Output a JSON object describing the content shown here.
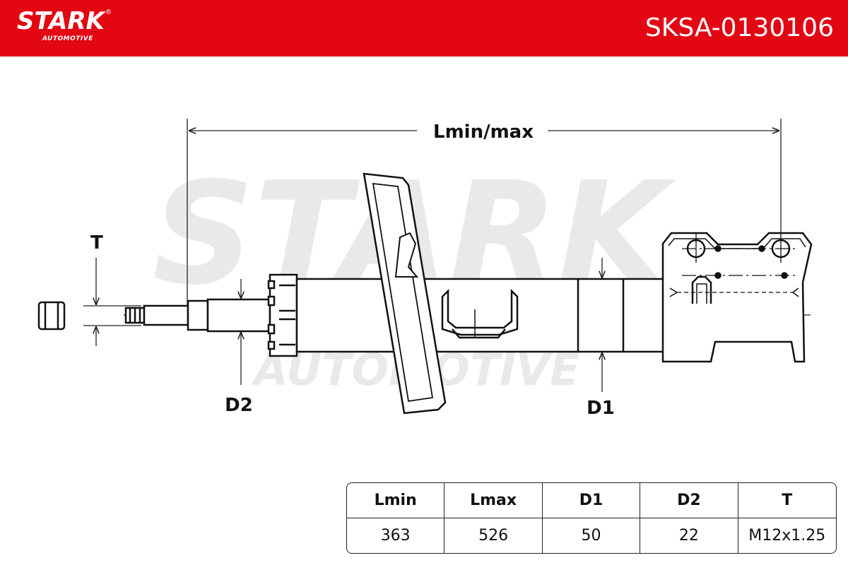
{
  "header": {
    "brand": "STARK",
    "brand_sub": "AUTOMOTIVE",
    "part_number": "SKSA-0130106",
    "color": "#e30613"
  },
  "drawing": {
    "watermark_top": "STARK",
    "watermark_bottom": "AUTOMOTIVE",
    "watermark_mark": "®",
    "dimension_labels": {
      "length": "Lmin/max",
      "thread": "T",
      "d2": "D2",
      "d1": "D1"
    }
  },
  "specs": {
    "headers": [
      "Lmin",
      "Lmax",
      "D1",
      "D2",
      "T"
    ],
    "values": [
      "363",
      "526",
      "50",
      "22",
      "M12x1.25"
    ]
  }
}
